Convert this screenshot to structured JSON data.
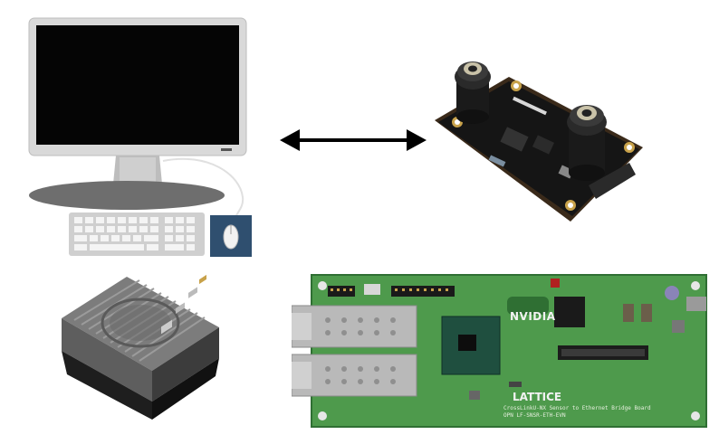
{
  "illustrations": {
    "desktop_computer": {
      "icon": "desktop-computer-icon"
    },
    "link": {
      "icon": "bidirectional-arrow-icon",
      "color": "#000000"
    },
    "stereo_camera_board": {
      "icon": "stereo-camera-icon"
    },
    "jetson_module": {
      "icon": "compute-module-icon"
    },
    "bridge_board": {
      "icon": "bridge-board-icon",
      "pcb_color": "#4e9a4c",
      "nvidia_logo": "NVIDIA",
      "lattice_logo": "LATTICE",
      "caption_line1": "CrossLinkU-NX Sensor to Ethernet Bridge Board",
      "caption_line2": "OPN LF-SNSR-ETH-EVN"
    }
  }
}
